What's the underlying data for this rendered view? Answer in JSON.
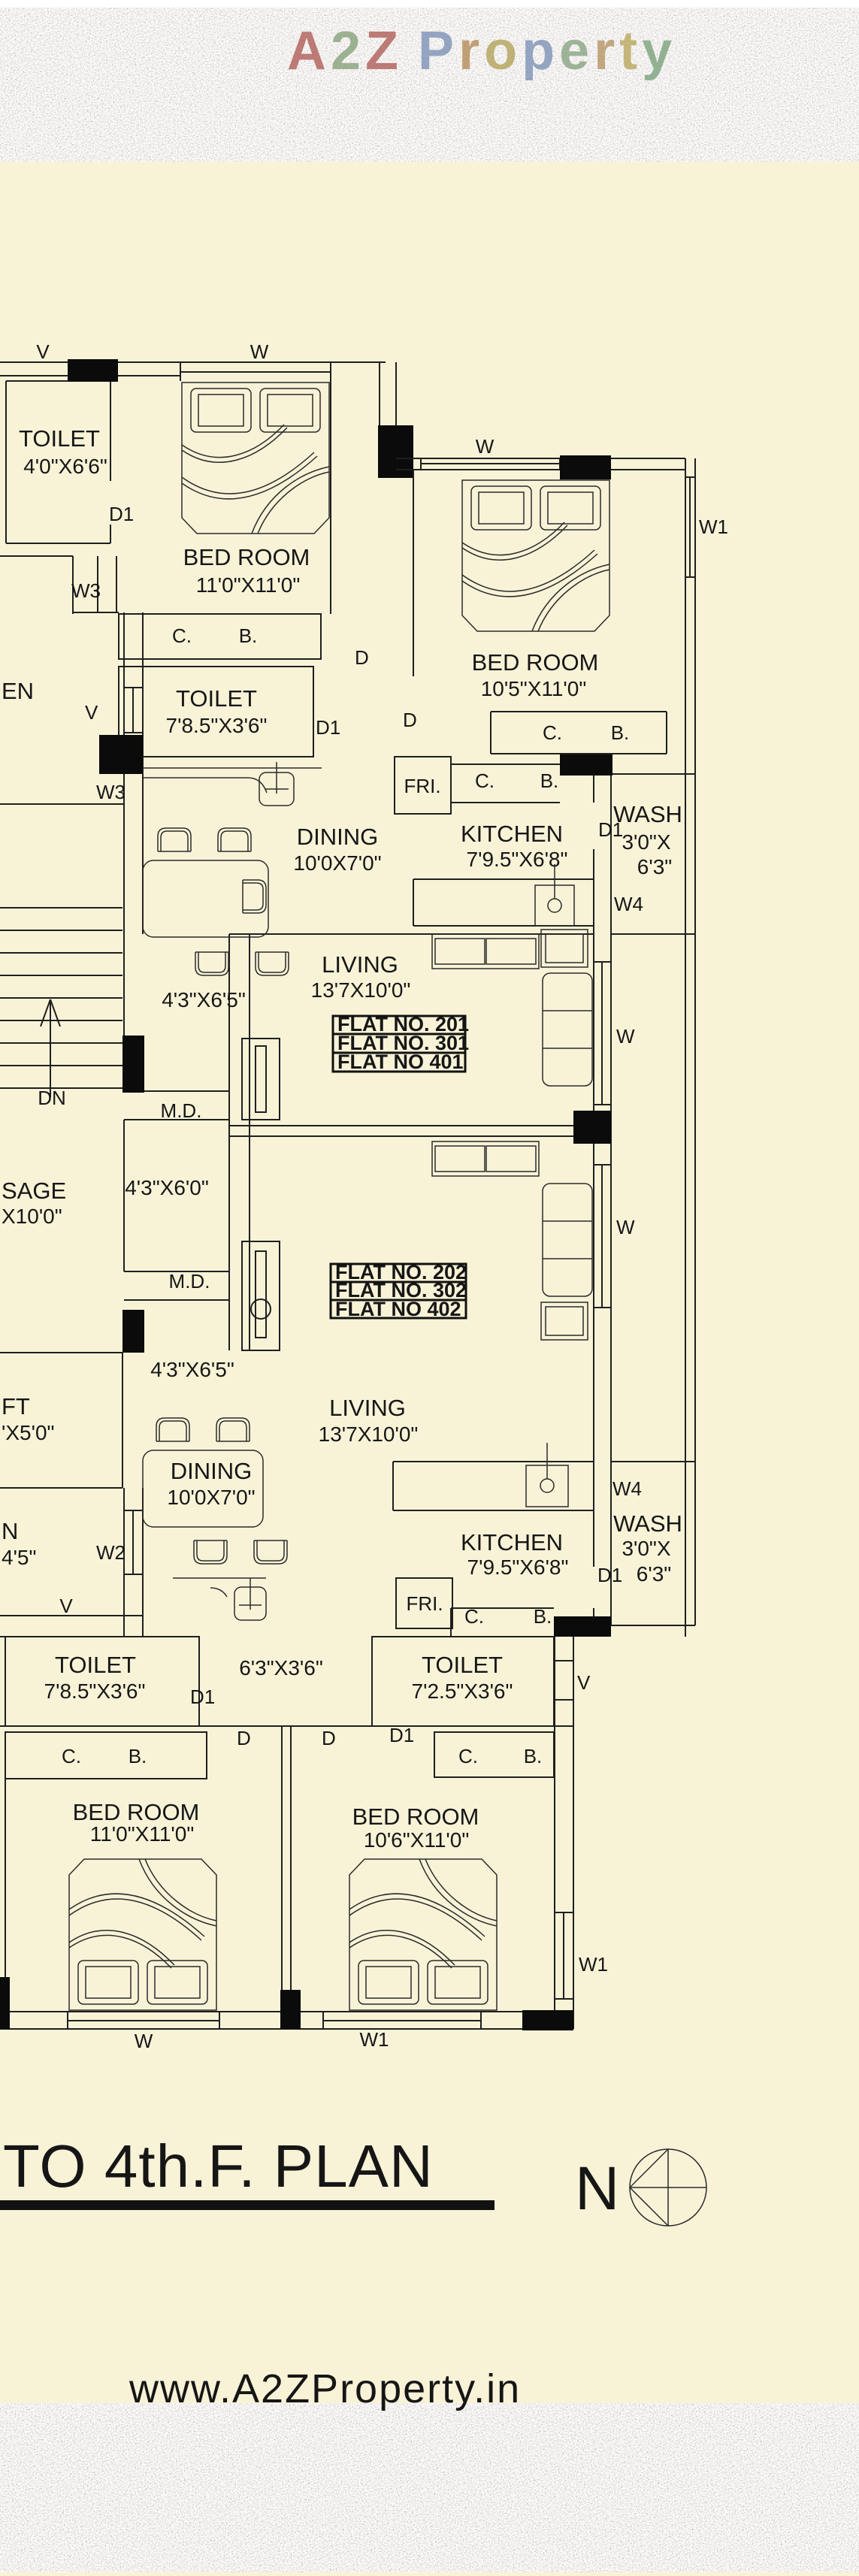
{
  "header": {
    "logo": {
      "letters": [
        {
          "char": "A",
          "color": "#a94f47"
        },
        {
          "char": "2",
          "color": "#7b9a6d"
        },
        {
          "char": "Z",
          "color": "#a94f47"
        },
        {
          "char": "P",
          "color": "#7189b0"
        },
        {
          "char": "r",
          "color": "#b08148"
        },
        {
          "char": "o",
          "color": "#ad9b4a"
        },
        {
          "char": "p",
          "color": "#7189b0"
        },
        {
          "char": "e",
          "color": "#7d9d77"
        },
        {
          "char": "r",
          "color": "#b08c55"
        },
        {
          "char": "t",
          "color": "#b3a04e"
        },
        {
          "char": "y",
          "color": "#6f9a70"
        }
      ]
    }
  },
  "plan_labels": {
    "l_v": "V",
    "l_w": "W",
    "l_w1": "W1",
    "l_w2": "W2",
    "l_w3": "W3",
    "l_w4": "W4",
    "l_d": "D",
    "l_d1": "D1",
    "l_c": "C.",
    "l_b": "B.",
    "l_fri": "FRI.",
    "l_md": "M.D.",
    "l_dn": "DN",
    "toilet": "TOILET",
    "bedroom": "BED ROOM",
    "dining": "DINING",
    "kitchen": "KITCHEN",
    "living": "LIVING",
    "wash": "WASH",
    "toilet_tl_dim": "4'0\"X6'6\"",
    "toilet_785_dim": "7'8.5\"X3'6\"",
    "toilet_725_dim": "7'2.5\"X3'6\"",
    "bed_110_dim": "11'0\"X11'0\"",
    "bed_105_dim": "10'5\"X11'0\"",
    "bed_106_dim": "10'6\"X11'0\"",
    "kitchen_dim": "7'9.5\"X6'8\"",
    "dining_dim": "10'0X7'0\"",
    "living_dim": "13'7X10'0\"",
    "wash_dim_a": "3'0\"X",
    "wash_dim_b": "6'3\"",
    "dim_4365": "4'3\"X6'5\"",
    "pass_dim": "4'3\"X6'0\"",
    "corr_dim": "6'3\"X3'6\"",
    "cut_en": "EN",
    "cut_sage": "SAGE",
    "cut_sage_dim": "X10'0\"",
    "cut_ft": "FT",
    "cut_ft_dim": "'X5'0\"",
    "cut_n": "N",
    "cut_n_dim": "4'5\"",
    "flat_201": "FLAT NO. 201",
    "flat_301": "FLAT NO. 301",
    "flat_401": "FLAT NO  401",
    "flat_202": "FLAT NO. 202",
    "flat_302": "FLAT NO. 302",
    "flat_402": "FLAT NO  402"
  },
  "footer": {
    "title": "TO 4th.F. PLAN",
    "compass_north": "N",
    "watermark": "www.A2ZProperty.in"
  },
  "colors": {
    "background": "#f8f3d7",
    "line": "#1f1f1f",
    "granite_base": "#55514c",
    "watermark_text": "#dfdbc8"
  }
}
